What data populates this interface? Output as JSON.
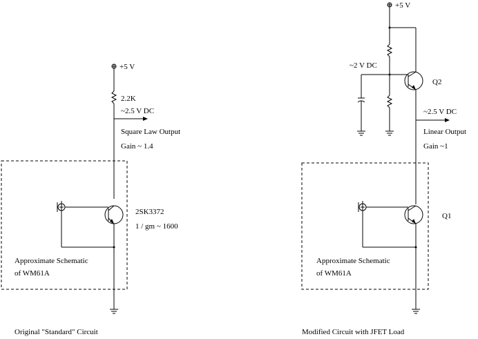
{
  "left_circuit": {
    "supply": "+5 V",
    "resistor": "2.2K",
    "dc_level": "~2.5 V DC",
    "output_label": "Square Law Output",
    "gain": "Gain ~ 1.4",
    "transistor": "2SK3372",
    "transconductance": "1 / gm ~ 1600",
    "box_label_line1": "Approximate Schematic",
    "box_label_line2": "of WM61A",
    "caption": "Original \"Standard\" Circuit"
  },
  "right_circuit": {
    "supply": "+5 V",
    "bias_level": "~2 V DC",
    "load_transistor": "Q2",
    "dc_level": "~2.5 V DC",
    "output_label": "Linear Output",
    "gain": "Gain ~1",
    "transistor": "Q1",
    "box_label_line1": "Approximate Schematic",
    "box_label_line2": "of WM61A",
    "caption": "Modified Circuit with JFET Load"
  }
}
